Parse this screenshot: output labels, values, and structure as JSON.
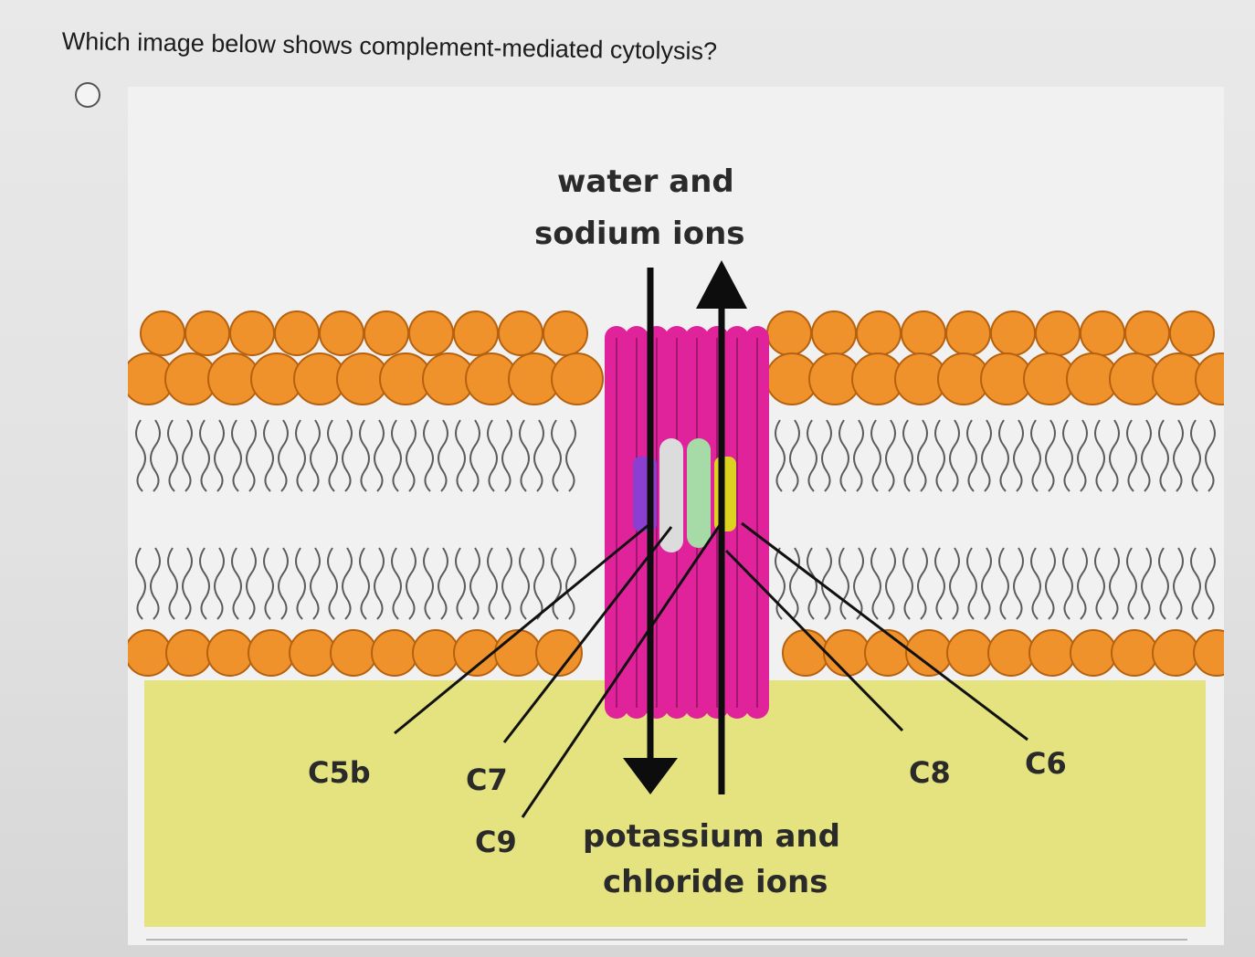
{
  "question": {
    "text": "Which image below shows complement-mediated cytolysis?"
  },
  "option": {
    "selected": false
  },
  "diagram": {
    "top_label": [
      "water and",
      "sodium ions"
    ],
    "bottom_label": [
      "potassium and",
      "chloride ions"
    ],
    "components": {
      "c5b": "C5b",
      "c7": "C7",
      "c9": "C9",
      "c8": "C8",
      "c6": "C6"
    },
    "colors": {
      "head": "#f0922b",
      "head_stroke": "#b5610f",
      "pore": "#e0239b",
      "cytoplasm": "#e4e37f",
      "c5b_color": "#8a3fd1",
      "c7_color": "#dcdcdc",
      "c8_color": "#a6dba8",
      "c6_color": "#dcd21f"
    }
  }
}
